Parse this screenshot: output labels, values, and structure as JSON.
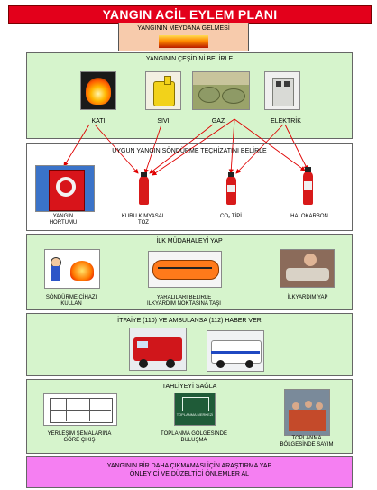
{
  "title": "YANGIN ACİL EYLEM PLANI",
  "occurrence": "YANGININ MEYDANA GELMESİ",
  "step1": {
    "heading": "YANGININ ÇEŞİDİNİ BELİRLE",
    "types": [
      "KATI",
      "SIVI",
      "GAZ",
      "ELEKTRİK"
    ]
  },
  "step2": {
    "heading": "UYGUN YANGIN SÖNDÜRME TEÇHİZATINI BELİRLE",
    "equipment": [
      {
        "line1": "YANGIN",
        "line2": "HORTUMU"
      },
      {
        "line1": "KURU KİMYASAL",
        "line2": "TOZ"
      },
      {
        "line1": "CO₂ TİPİ",
        "line2": ""
      },
      {
        "line1": "HALOKARBON",
        "line2": ""
      }
    ]
  },
  "step3": {
    "heading": "İLK MÜDAHALEYİ YAP",
    "actions": [
      {
        "line1": "SÖNDÜRME CİHAZI",
        "line2": "KULLAN"
      },
      {
        "line1": "YARALILARI BELİRLE",
        "line2": "İLKYARDIM NOKTASINA TAŞI"
      },
      {
        "line1": "İLKYARDIM YAP",
        "line2": ""
      }
    ]
  },
  "step4": {
    "heading": "İTFAİYE (110) VE AMBULANSA (112) HABER VER"
  },
  "step5": {
    "heading": "TAHLİYEYİ SAĞLA",
    "actions": [
      {
        "line1": "YERLEŞİM ŞEMALARINA",
        "line2": "GÖRE ÇIKIŞ"
      },
      {
        "line1": "TOPLANMA GÖLGESİNDE",
        "line2": "BULUŞMA"
      },
      {
        "line1": "TOPLANMA",
        "line2": "BÖLGESİNDE SAYIM"
      }
    ],
    "sign_text": "TOPLANMA MERKEZİ"
  },
  "step6": {
    "line1": "YANGININ BİR DAHA ÇIKMAMASI İÇİN ARAŞTIRMA YAP",
    "line2": "ÖNLEYİCİ VE DÜZELTİCİ ÖNLEMLER AL"
  },
  "colors": {
    "title_bg": "#e3001b",
    "panel_bg": "#d6f4cc",
    "final_bg": "#f57ff2",
    "arrow": "#e00000",
    "occurrence_bg": "#f7cbac"
  }
}
